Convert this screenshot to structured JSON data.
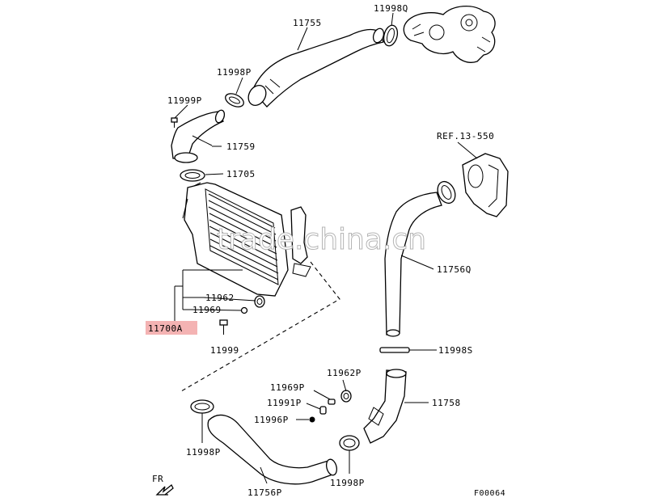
{
  "labels": {
    "p11755": "11755",
    "p11998q": "11998Q",
    "p11998p_top": "11998P",
    "p11999p": "11999P",
    "p11759": "11759",
    "p11705": "11705",
    "ref": "REF.13-550",
    "p11756q": "11756Q",
    "p11962": "11962",
    "p11969": "11969",
    "p11700a": "11700A",
    "p11999": "11999",
    "p11998s": "11998S",
    "p11969p": "11969P",
    "p11962p": "11962P",
    "p11991p": "11991P",
    "p11758": "11758",
    "p11996p": "11996P",
    "p11998p_left": "11998P",
    "p11998p_bottom": "11998P",
    "p11756p": "11756P",
    "fr": "FR",
    "figure_code": "F00064"
  },
  "watermark": "trade.china.cn",
  "colors": {
    "highlight": "#f4b3b3",
    "line": "#000000",
    "watermark": "#b5b5b5"
  }
}
